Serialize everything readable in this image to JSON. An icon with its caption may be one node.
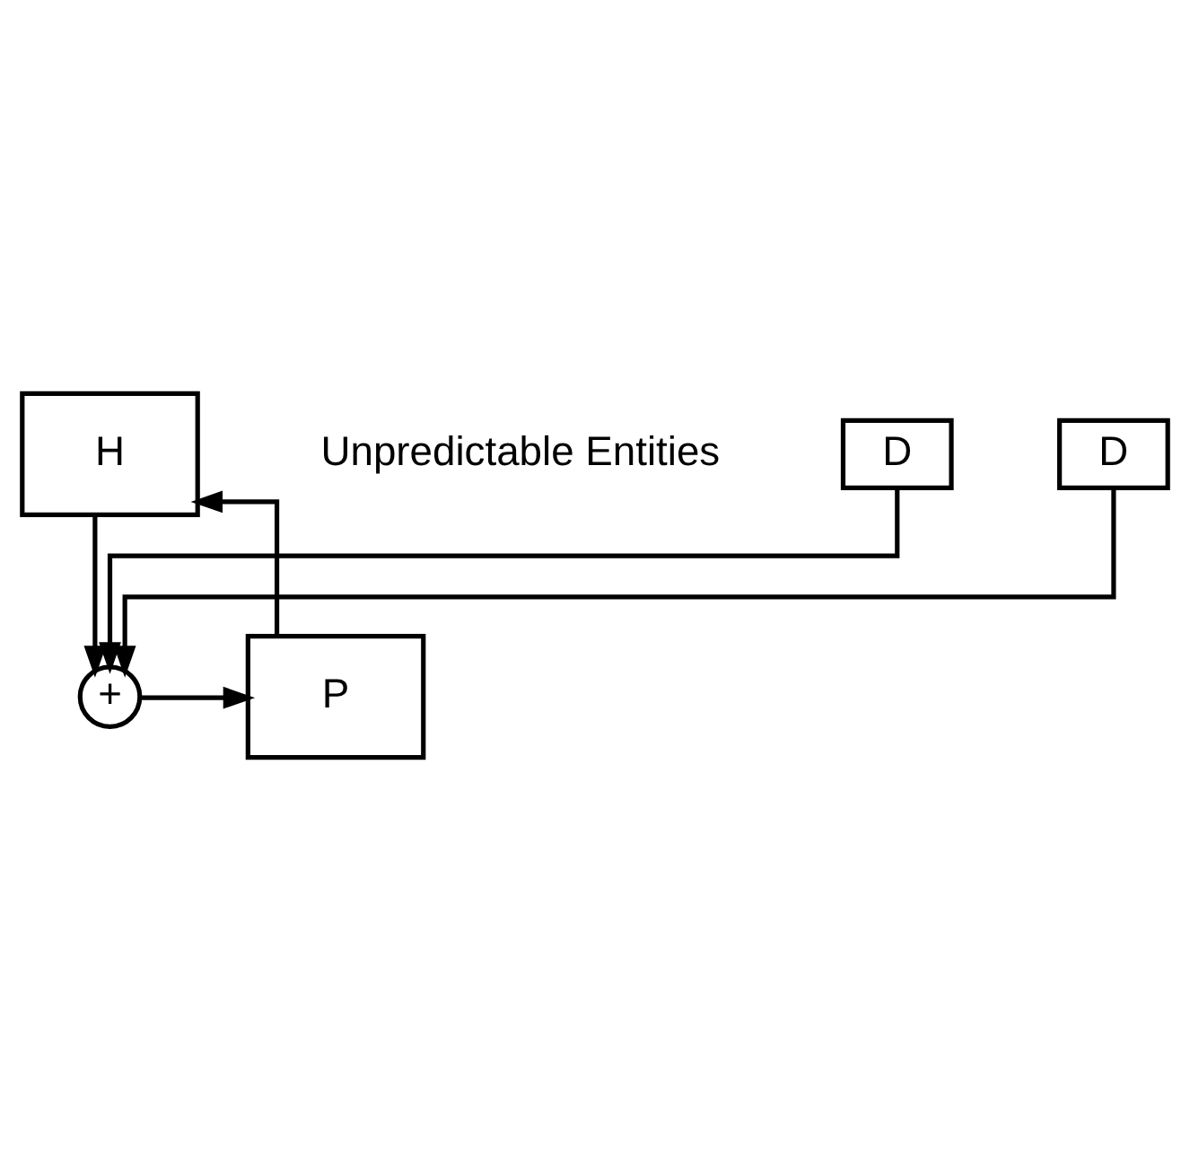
{
  "diagram": {
    "nodes": [
      {
        "text": [
          "H"
        ]
      },
      {
        "text": [
          "P"
        ]
      },
      {
        "text": [
          "+"
        ]
      },
      {
        "text": [
          "D"
        ]
      },
      {
        "text": [
          "D"
        ]
      }
    ],
    "edges": [
      {
        "from": 1,
        "to": 0,
        "arrow": "to"
      },
      {
        "from": 0,
        "to": 2,
        "arrow": "to"
      },
      {
        "from": 2,
        "to": 1,
        "arrow": "to"
      },
      {
        "from": 3,
        "to": 2,
        "arrow": "to"
      },
      {
        "from": 4,
        "to": 2,
        "arrow": "to"
      }
    ],
    "labels": [
      "Unpredictable Entities"
    ]
  }
}
